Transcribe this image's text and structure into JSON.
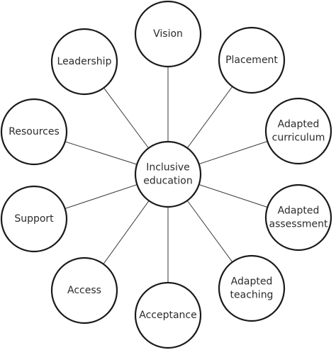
{
  "center": {
    "label_lines": [
      "Inclusive",
      "education"
    ]
  },
  "nodes": [
    {
      "id": "vision",
      "label_lines": [
        "Vision"
      ]
    },
    {
      "id": "placement",
      "label_lines": [
        "Placement"
      ]
    },
    {
      "id": "adapted-curriculum",
      "label_lines": [
        "Adapted",
        "curriculum"
      ]
    },
    {
      "id": "adapted-assessment",
      "label_lines": [
        "Adapted",
        "assessment"
      ]
    },
    {
      "id": "adapted-teaching",
      "label_lines": [
        "Adapted",
        "teaching"
      ]
    },
    {
      "id": "acceptance",
      "label_lines": [
        "Acceptance"
      ]
    },
    {
      "id": "access",
      "label_lines": [
        "Access"
      ]
    },
    {
      "id": "support",
      "label_lines": [
        "Support"
      ]
    },
    {
      "id": "resources",
      "label_lines": [
        "Resources"
      ]
    },
    {
      "id": "leadership",
      "label_lines": [
        "Leadership"
      ]
    }
  ]
}
